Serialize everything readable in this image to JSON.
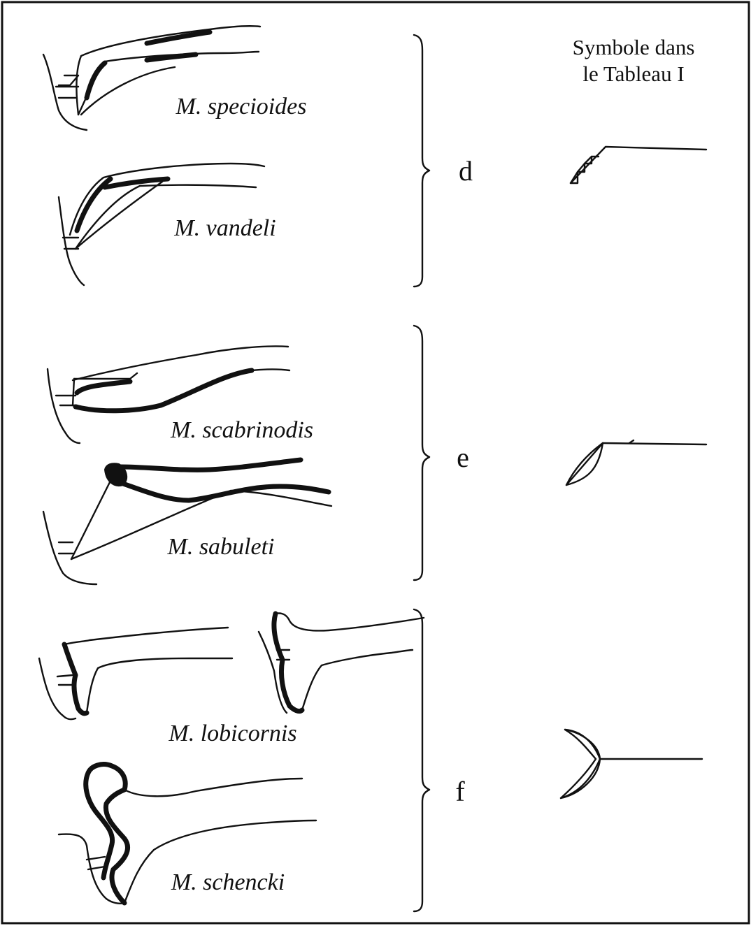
{
  "header": {
    "line1": "Symbole dans",
    "line2": "le Tableau I"
  },
  "groups": [
    {
      "letter": "d",
      "species": [
        "M. specioides",
        "M. vandeli"
      ]
    },
    {
      "letter": "e",
      "species": [
        "M. scabrinodis",
        "M. sabuleti"
      ]
    },
    {
      "letter": "f",
      "species": [
        "M. lobicornis",
        "M. schencki"
      ]
    }
  ]
}
